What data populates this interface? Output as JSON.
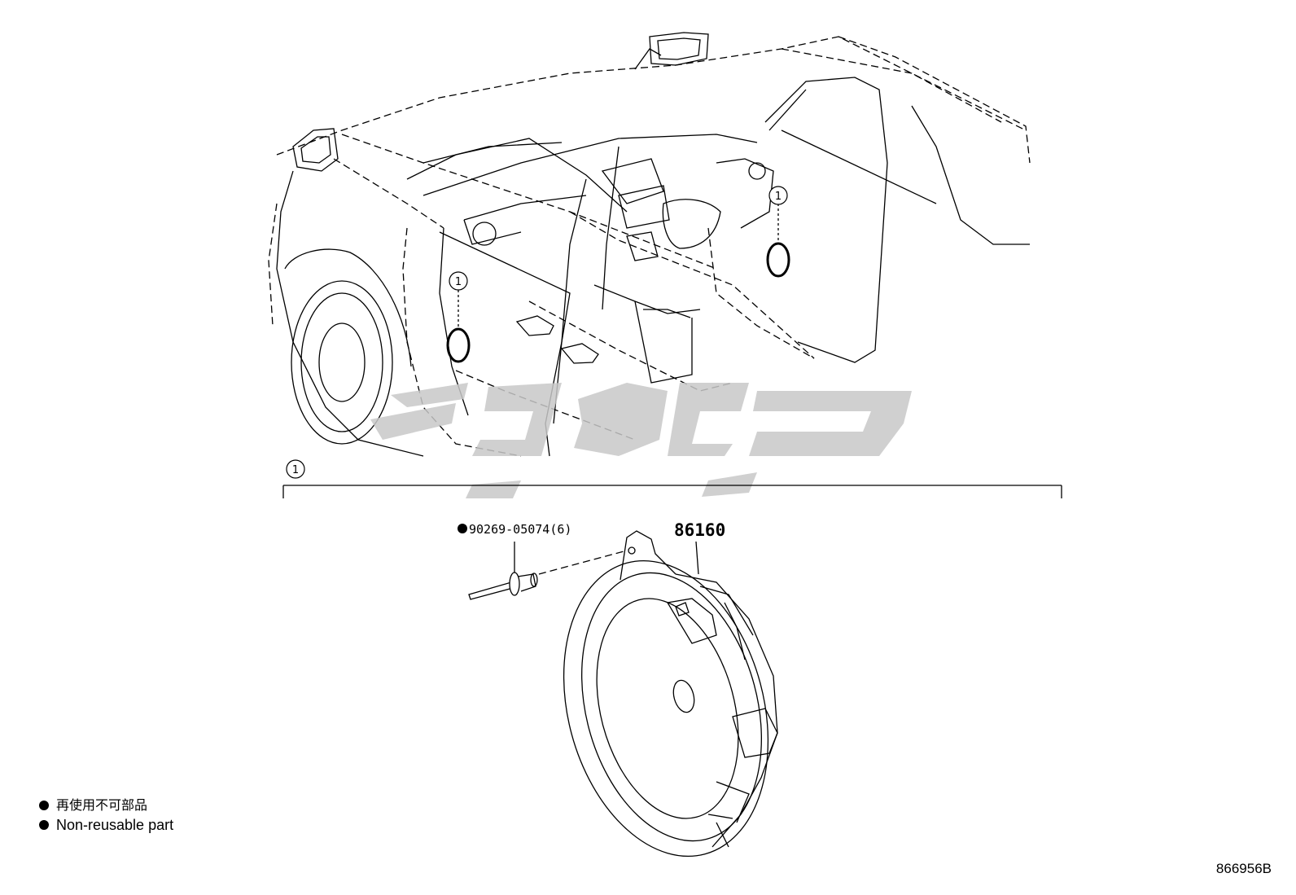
{
  "callouts": {
    "item_marker": "1"
  },
  "parts": {
    "rivet_number": "90269-05074(6)",
    "speaker_number": "86160"
  },
  "legend": {
    "jp_label": "再使用不可部品",
    "en_label": "Non-reusable part"
  },
  "figure_code": "866956B",
  "colors": {
    "line": "#000000",
    "watermark": "#c8c8c8"
  }
}
